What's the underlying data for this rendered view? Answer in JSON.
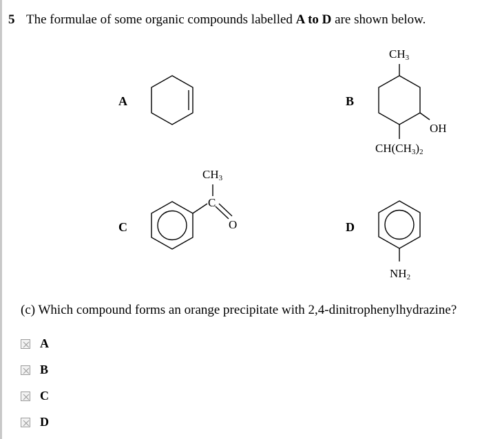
{
  "question": {
    "number": "5",
    "stem_before": "The formulae of some organic compounds labelled ",
    "stem_bold": "A to D",
    "stem_after": " are shown below."
  },
  "compounds": {
    "A": {
      "label": "A"
    },
    "B": {
      "label": "B",
      "top_sub": "CH",
      "top_sub_n": "3",
      "oh": "OH",
      "bottom_sub": "CH(CH",
      "bottom_sub_n": "3",
      "bottom_sub_close": ")",
      "bottom_sub_n2": "2"
    },
    "C": {
      "label": "C",
      "methyl": "CH",
      "methyl_n": "3",
      "carbon": "C",
      "oxygen": "O"
    },
    "D": {
      "label": "D",
      "amine": "NH",
      "amine_n": "2"
    }
  },
  "part_c": {
    "text": "(c) Which compound forms an orange precipitate with 2,4-dinitrophenylhydrazine?"
  },
  "options": [
    {
      "label": "A"
    },
    {
      "label": "B"
    },
    {
      "label": "C"
    },
    {
      "label": "D"
    }
  ]
}
